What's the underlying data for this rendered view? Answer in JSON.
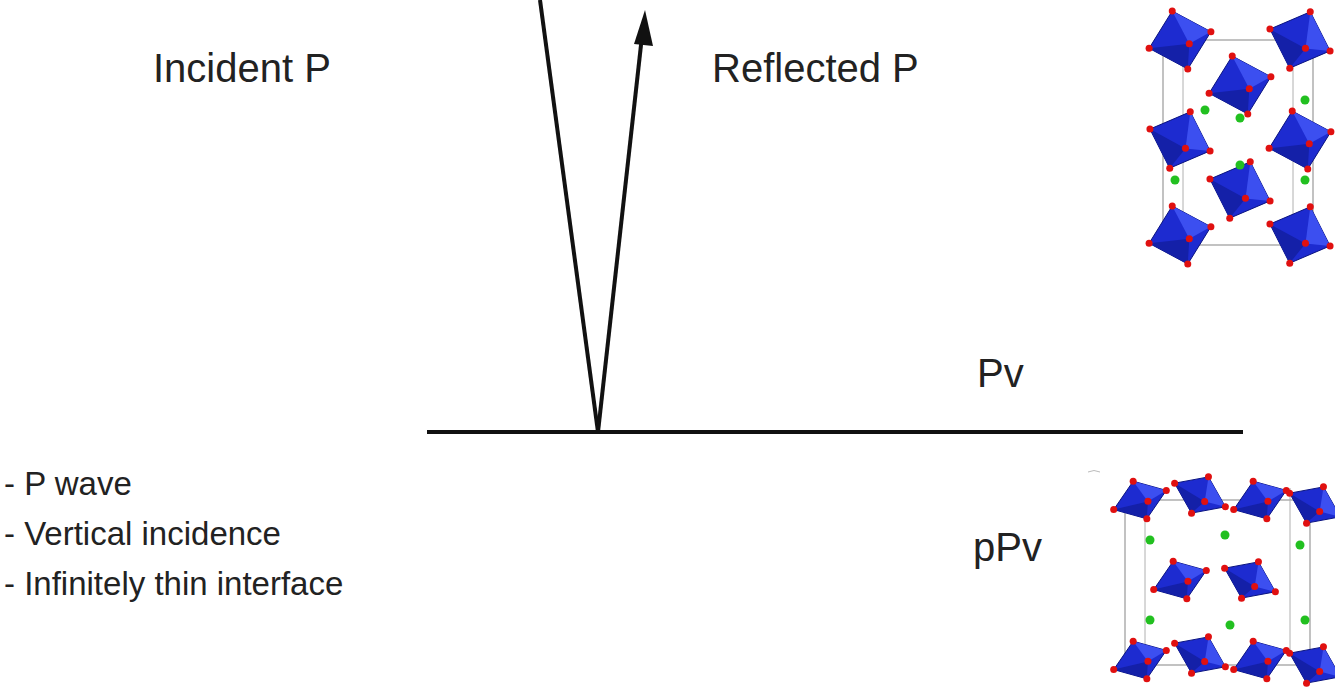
{
  "diagram": {
    "labels": [
      "Incident P",
      "Reflected P",
      "Pv",
      "pPv",
      "- P wave",
      "- Vertical incidence",
      "- Infinitely thin interface"
    ]
  }
}
